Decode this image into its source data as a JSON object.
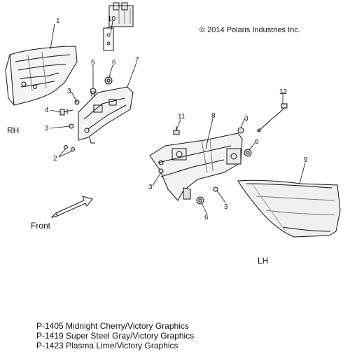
{
  "copyright": "© 2014 Polaris Industries Inc.",
  "side_labels": {
    "rh": "RH",
    "lh": "LH"
  },
  "front_label": "Front",
  "callouts": [
    "1",
    "10",
    "5",
    "6",
    "7",
    "3",
    "4",
    "3",
    "2",
    "11",
    "8",
    "3",
    "6",
    "12",
    "9",
    "3",
    "6",
    "3"
  ],
  "footer": [
    "P-1405 Midnight Cherry/Victory Graphics",
    "P-1419 Super Steel Gray/Victory Graphics",
    "P-1423 Plasma Lime/Victory Graphics"
  ]
}
